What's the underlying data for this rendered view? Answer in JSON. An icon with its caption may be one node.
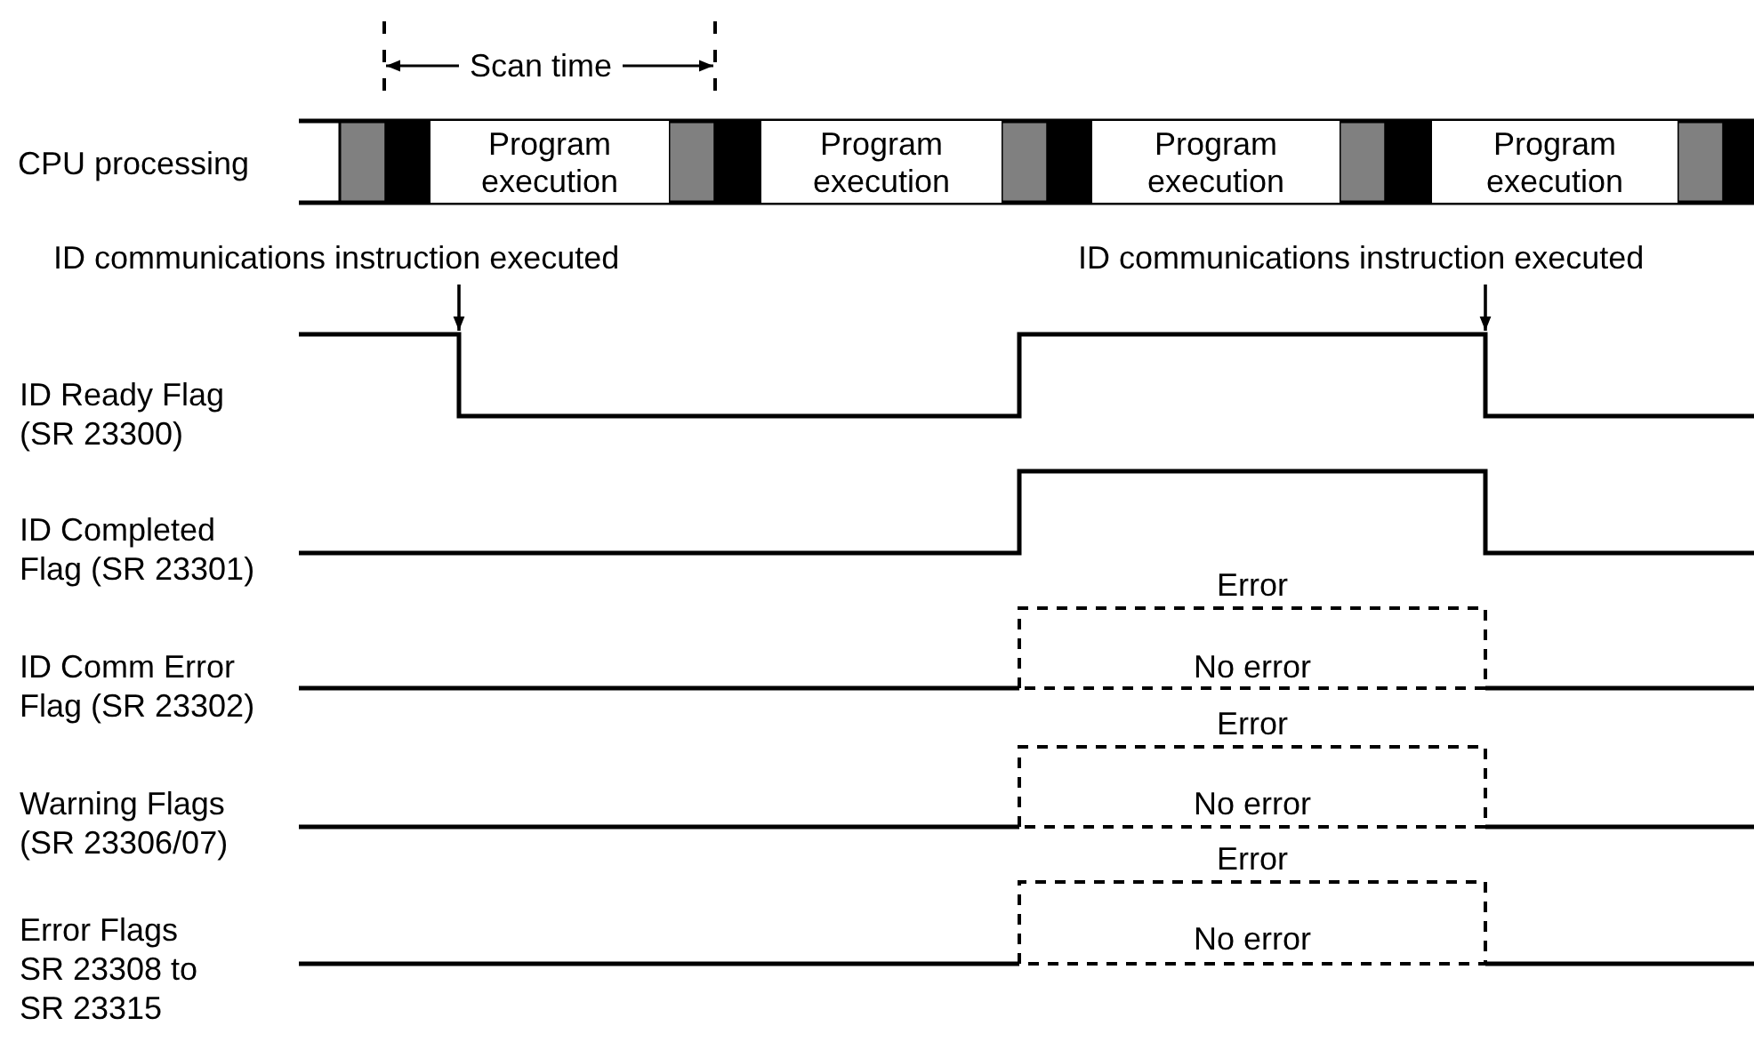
{
  "diagram": {
    "nodes": [
      {
        "text": [
          "Program execution"
        ]
      },
      {
        "text": [
          "Program execution"
        ]
      },
      {
        "text": [
          "Program execution"
        ]
      },
      {
        "text": [
          "Program execution"
        ]
      },
      {
        "text": [
          "ID communications instruction executed"
        ]
      },
      {
        "text": [
          "ID communications instruction executed"
        ]
      },
      {
        "text": [],
        "shape": "line"
      }
    ],
    "edges": [
      {
        "from": 4,
        "to": 6,
        "arrow": "to"
      },
      {
        "from": 5,
        "to": 6,
        "arrow": "to"
      }
    ],
    "labels": [
      "Scan time",
      "CPU processing",
      "ID Ready Flag (SR 23300)",
      "ID Completed Flag (SR 23301)",
      "Error",
      "ID Comm Error Flag (SR 23302)",
      "No error",
      "Error",
      "Warning Flags (SR 23306/07)",
      "No error",
      "Error",
      "Error Flags SR 23308 to SR 23315",
      "No error"
    ]
  }
}
